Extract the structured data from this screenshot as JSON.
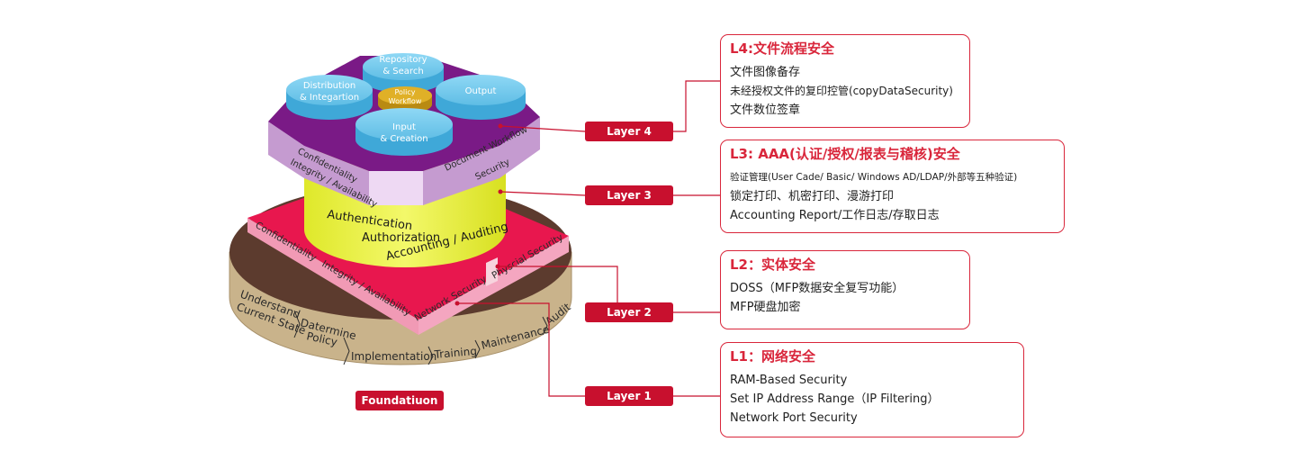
{
  "diagram": {
    "layers": [
      {
        "tag": "Layer 4",
        "title": "L4:文件流程安全",
        "lines": [
          "文件图像备存",
          "未经授权文件的复印控管(copyDataSecurity)",
          "文件数位签章"
        ]
      },
      {
        "tag": "Layer 3",
        "title": "L3: AAA(认证/授权/报表与稽核)安全",
        "lines": [
          "验证管理(User Cade/ Basic/ Windows AD/LDAP/外部等五种验证)",
          "锁定打印、机密打印、漫游打印",
          "Accounting Report/工作日志/存取日志"
        ]
      },
      {
        "tag": "Layer 2",
        "title": "L2：实体安全",
        "lines": [
          "DOSS（MFP数据安全复写功能）",
          "MFP硬盘加密"
        ]
      },
      {
        "tag": "Layer 1",
        "title": "L1：网络安全",
        "lines": [
          "RAM-Based Security",
          "Set IP Address Range（IP Filtering）",
          "Network Port Security"
        ]
      }
    ],
    "foundation_label": "Foundatiuon",
    "foundation_steps": {
      "s1a": "Understand",
      "s1b": "Current State",
      "s2a": "Datermine",
      "s2b": "Policy",
      "s3": "Implementation",
      "s4": "Training",
      "s5": "Maintenance",
      "s6": "Audit"
    },
    "tier1": {
      "left_a": "Confidentiality",
      "left_b": "Integrity / Availability",
      "network": "Network Security",
      "physical": "Physcial Security"
    },
    "tier3": {
      "auth1": "Authentication",
      "auth2": "Authorization",
      "auth3": "Accounting / Auditing"
    },
    "tier4": {
      "left_a": "Confidentiality",
      "left_b": "Integrity / Availability",
      "right_a": "Document Workflow",
      "right_b": "Security"
    },
    "workflow": {
      "repo_a": "Repository",
      "repo_b": "& Search",
      "dist_a": "Distribution",
      "dist_b": "& Integartion",
      "output": "Output",
      "input_a": "Input",
      "input_b": "& Creation",
      "policy_a": "Policy",
      "policy_b": "Workflow"
    },
    "colors": {
      "red": "#c8102e",
      "foundation_side": "#c9b38b",
      "foundation_top": "#5c3b2e",
      "tier1_top": "#e8174e",
      "tier1_side": "#f19ab5",
      "tier3_yellow": "#e7ef3a",
      "tier4_top": "#7a1a86",
      "tier4_side": "#c59bd0",
      "disk_blue": "#6ec6ea",
      "policy_gold": "#e0b027"
    }
  }
}
